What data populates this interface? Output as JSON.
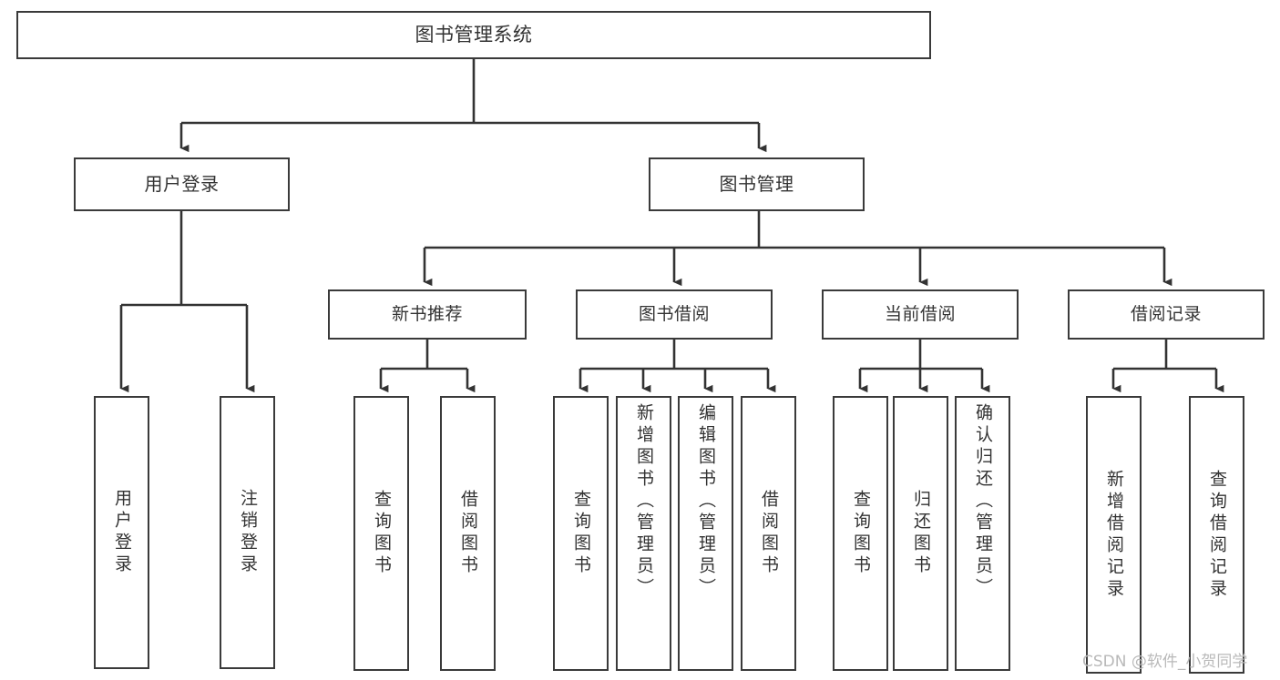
{
  "diagram": {
    "type": "tree",
    "title": "图书管理系统",
    "orientation": "top-down",
    "colors": {
      "box_border": "#3a3a3a",
      "box_fill": "#ffffff",
      "text": "#333333",
      "connector": "#333333",
      "background": "#ffffff",
      "watermark": "#b9b9b9"
    },
    "root": {
      "label": "图书管理系统"
    },
    "tier1": [
      {
        "label": "用户登录"
      },
      {
        "label": "图书管理"
      }
    ],
    "tier2": [
      {
        "label": "新书推荐"
      },
      {
        "label": "图书借阅"
      },
      {
        "label": "当前借阅"
      },
      {
        "label": "借阅记录"
      }
    ],
    "leaves": {
      "user_login": [
        {
          "label": "用户登录"
        },
        {
          "label": "注销登录"
        }
      ],
      "new_book_recommend": [
        {
          "label": "查询图书"
        },
        {
          "label": "借阅图书"
        }
      ],
      "book_borrow": [
        {
          "label": "查询图书"
        },
        {
          "label": "新增图书（管理员）"
        },
        {
          "label": "编辑图书（管理员）"
        },
        {
          "label": "借阅图书"
        }
      ],
      "current_borrow": [
        {
          "label": "查询图书"
        },
        {
          "label": "归还图书"
        },
        {
          "label": "确认归还（管理员）"
        }
      ],
      "borrow_record": [
        {
          "label": "新增借阅记录"
        },
        {
          "label": "查询借阅记录"
        }
      ]
    }
  },
  "watermark": {
    "text": "CSDN @软件_小贺同学"
  }
}
